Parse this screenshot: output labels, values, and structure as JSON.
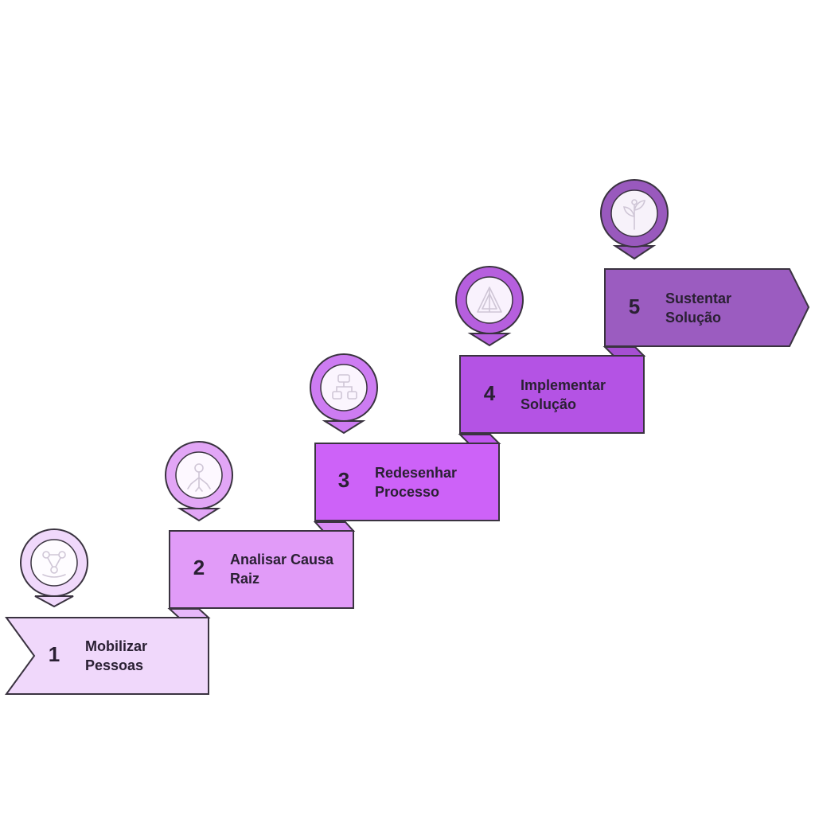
{
  "steps": [
    {
      "number": "1",
      "line1": "Mobilizar",
      "line2": "Pessoas",
      "color": "#f0d8fb",
      "pin_color": "#f0d8fb",
      "icon": "people-network-icon"
    },
    {
      "number": "2",
      "line1": "Analisar Causa",
      "line2": "Raiz",
      "color": "#e19bf8",
      "pin_color": "#e2a6f6",
      "icon": "root-cause-icon"
    },
    {
      "number": "3",
      "line1": "Redesenhar",
      "line2": "Processo",
      "color": "#cd62f8",
      "pin_color": "#cd7cf2",
      "icon": "process-flow-icon"
    },
    {
      "number": "4",
      "line1": "Implementar",
      "line2": "Solução",
      "color": "#b453e4",
      "pin_color": "#b65fde",
      "icon": "triangle-structure-icon"
    },
    {
      "number": "5",
      "line1": "Sustentar",
      "line2": "Solução",
      "color": "#9b5cc0",
      "pin_color": "#9959bd",
      "icon": "growth-plant-icon"
    }
  ],
  "colors": {
    "outline": "#3a3340",
    "text": "#2a2033",
    "icon_stroke": "#ffffff"
  }
}
